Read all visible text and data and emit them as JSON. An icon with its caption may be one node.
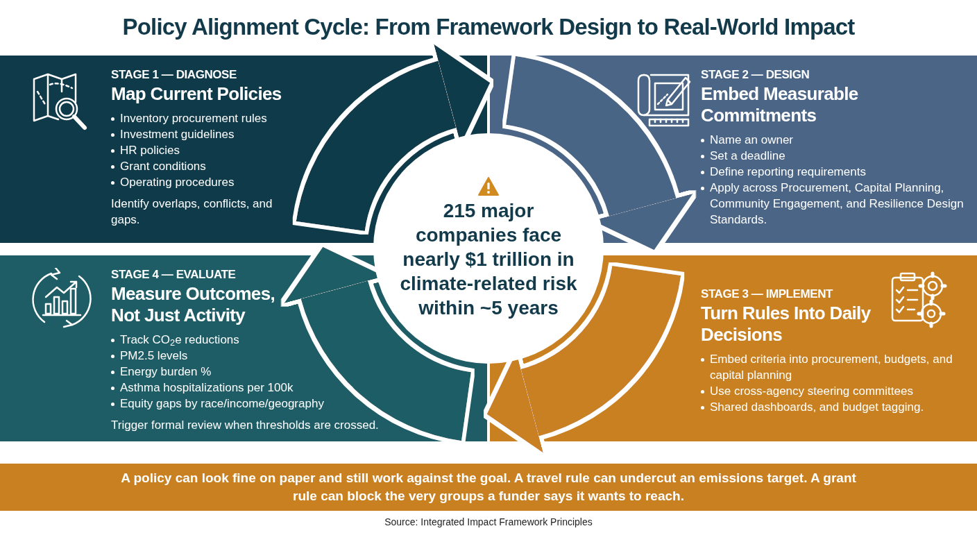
{
  "diagram": {
    "title": "Policy Alignment Cycle: From Framework Design to Real-World Impact",
    "nodes": [
      {
        "text": [
          "STAGE 1 — DIAGNOSE",
          "Map Current Policies",
          "Inventory procurement rules",
          "Investment guidelines",
          "HR policies",
          "Grant conditions",
          "Operating procedures",
          "Identify overlaps, conflicts, and gaps."
        ]
      },
      {
        "text": [
          "STAGE 2 — DESIGN",
          "Embed Measurable Commitments",
          "Name an owner",
          "Set a deadline",
          "Define reporting requirements",
          "Apply across Procurement, Capital Planning, Community Engagement, and Resilience Design Standards."
        ]
      },
      {
        "text": [
          "**215** major companies face nearly **$1 trillion** in climate-related risk within ~5 years"
        ]
      },
      {
        "text": [
          "STAGE 4 — EVALUATE",
          "Measure Outcomes, Not Just Activity",
          "Track CO$_{2}$e reductions",
          "PM2.5 levels",
          "Energy burden %",
          "Asthma hospitalizations per 100k",
          "Equity gaps by race/income/geography",
          "Trigger formal review when thresholds are crossed."
        ]
      },
      {
        "text": [
          "STAGE 3 — IMPLEMENT",
          "Turn Rules Into Daily Decisions",
          "Embed criteria into procurement, budgets, and capital planning",
          "Use cross-agency steering committees",
          "Shared dashboards, and budget tagging."
        ]
      },
      {
        "text": [
          "A policy can look fine on paper and still work against the goal. A travel rule can undercut an emissions target. A grant rule can block the very groups a funder says it wants to reach."
        ]
      }
    ],
    "edges": [
      {
        "from": 0,
        "to": 1,
        "arrow": "to",
        "color": "#0f3a4a"
      },
      {
        "from": 1,
        "to": 4,
        "arrow": "to",
        "color": "#4a6585"
      },
      {
        "from": 4,
        "to": 3,
        "arrow": "to",
        "color": "#c98020"
      },
      {
        "from": 3,
        "to": 0,
        "arrow": "to",
        "color": "#1e5d66"
      }
    ],
    "labels": [
      "Source: Integrated Impact Framework Principles"
    ]
  }
}
